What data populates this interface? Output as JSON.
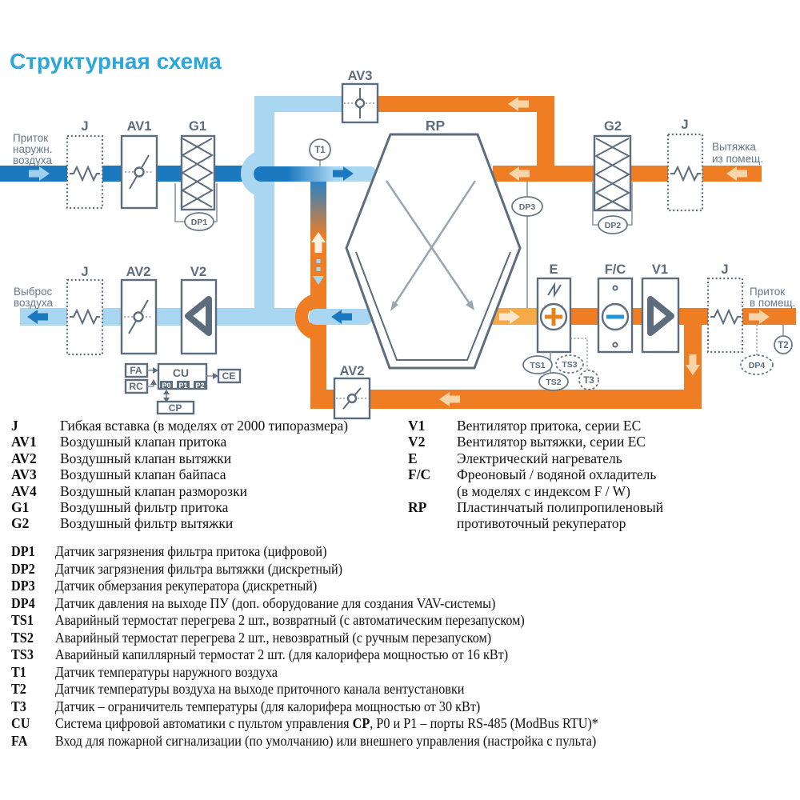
{
  "title": "Структурная схема",
  "diagram": {
    "flow_labels": {
      "intake_l1": "Приток",
      "intake_l2": "наружн.",
      "intake_l3": "воздуха",
      "exhaust_l1": "Вытяжка",
      "exhaust_l2": "из помещ.",
      "discharge_l1": "Выброс",
      "discharge_l2": "воздуха",
      "supply_l1": "Приток",
      "supply_l2": "в помещ."
    },
    "components": {
      "j": "J",
      "av1": "AV1",
      "g1": "G1",
      "av3": "AV3",
      "rp": "RP",
      "g2": "G2",
      "j2": "J",
      "e": "E",
      "fc": "F/C",
      "v1": "V1",
      "j3": "J",
      "j4": "J",
      "av2": "AV2",
      "v2": "V2",
      "av2_defrost": "AV2"
    },
    "sensors": {
      "t1": "T1",
      "t2": "T2",
      "t3": "T3",
      "ts1": "TS1",
      "ts2": "TS2",
      "ts3": "TS3",
      "dp1": "DP1",
      "dp2": "DP2",
      "dp3": "DP3",
      "dp4": "DP4"
    },
    "control": {
      "cu": "CU",
      "fa": "FA",
      "rc": "RC",
      "ce": "CE",
      "cp": "CP",
      "p0": "P0",
      "p1": "P1",
      "p2": "P2"
    },
    "colors": {
      "title": "#2ba7dc",
      "duct_cold": "#1b79c0",
      "duct_cold_light": "#a9d6f0",
      "duct_warm": "#ee7d23",
      "duct_warm_light": "#f5a947",
      "outline": "#5d6d7e",
      "heater_plus": "#e8821e",
      "cooler_minus": "#2196d6"
    }
  },
  "legend": {
    "left": [
      {
        "key": "J",
        "desc": "Гибкая вставка (в моделях от 2000 типоразмера)"
      },
      {
        "key": "AV1",
        "desc": "Воздушный клапан притока"
      },
      {
        "key": "AV2",
        "desc": "Воздушный клапан вытяжки"
      },
      {
        "key": "AV3",
        "desc": "Воздушный клапан байпаса"
      },
      {
        "key": "AV4",
        "desc": "Воздушный клапан разморозки"
      },
      {
        "key": "G1",
        "desc": "Воздушный фильтр притока"
      },
      {
        "key": "G2",
        "desc": "Воздушный фильтр вытяжки"
      }
    ],
    "right": [
      {
        "key": "V1",
        "desc": "Вентилятор притока, серии EC"
      },
      {
        "key": "V2",
        "desc": "Вентилятор вытяжки, серии EC"
      },
      {
        "key": "E",
        "desc": "Электрический нагреватель"
      },
      {
        "key": "F/C",
        "desc": "Фреоновый / водяной охладитель",
        "desc2": "(в моделях с индексом F / W)"
      },
      {
        "key": "RP",
        "desc": "Пластинчатый полипропиленовый",
        "desc2": "противоточный рекуператор"
      }
    ],
    "bottom": [
      {
        "key": "DP1",
        "desc": "Датчик загрязнения фильтра притока (цифровой)"
      },
      {
        "key": "DP2",
        "desc": "Датчик загрязнения фильтра вытяжки (дискретный)"
      },
      {
        "key": "DP3",
        "desc": "Датчик обмерзания рекуператора (дискретный)"
      },
      {
        "key": "DP4",
        "desc": "Датчик давления на выходе ПУ (доп. оборудование для создания VAV-системы)"
      },
      {
        "key": "TS1",
        "desc": "Аварийный термостат перегрева 2 шт., возвратный (с автоматическим перезапуском)"
      },
      {
        "key": "TS2",
        "desc": "Аварийный термостат перегрева 2 шт., невозвратный (с ручным перезапуском)"
      },
      {
        "key": "TS3",
        "desc": "Аварийный капиллярный термостат 2 шт. (для калорифера мощностью от 16 кВт)"
      },
      {
        "key": "T1",
        "desc": "Датчик температуры наружного воздуха"
      },
      {
        "key": "T2",
        "desc": "Датчик температуры воздуха на выходе приточного канала вентустановки"
      },
      {
        "key": "T3",
        "desc": "Датчик – ограничитель температуры (для калорифера мощностью от 30 кВт)"
      },
      {
        "key": "CU",
        "desc_pre": "Система цифровой автоматики с пультом управления ",
        "desc_bold": "CP",
        "desc_post": ", P0 и P1 – порты RS-485 (ModBus RTU)*"
      },
      {
        "key": "FA",
        "desc": "Вход для пожарной сигнализации (по умолчанию) или внешнего управления (настройка с пульта)"
      }
    ]
  }
}
